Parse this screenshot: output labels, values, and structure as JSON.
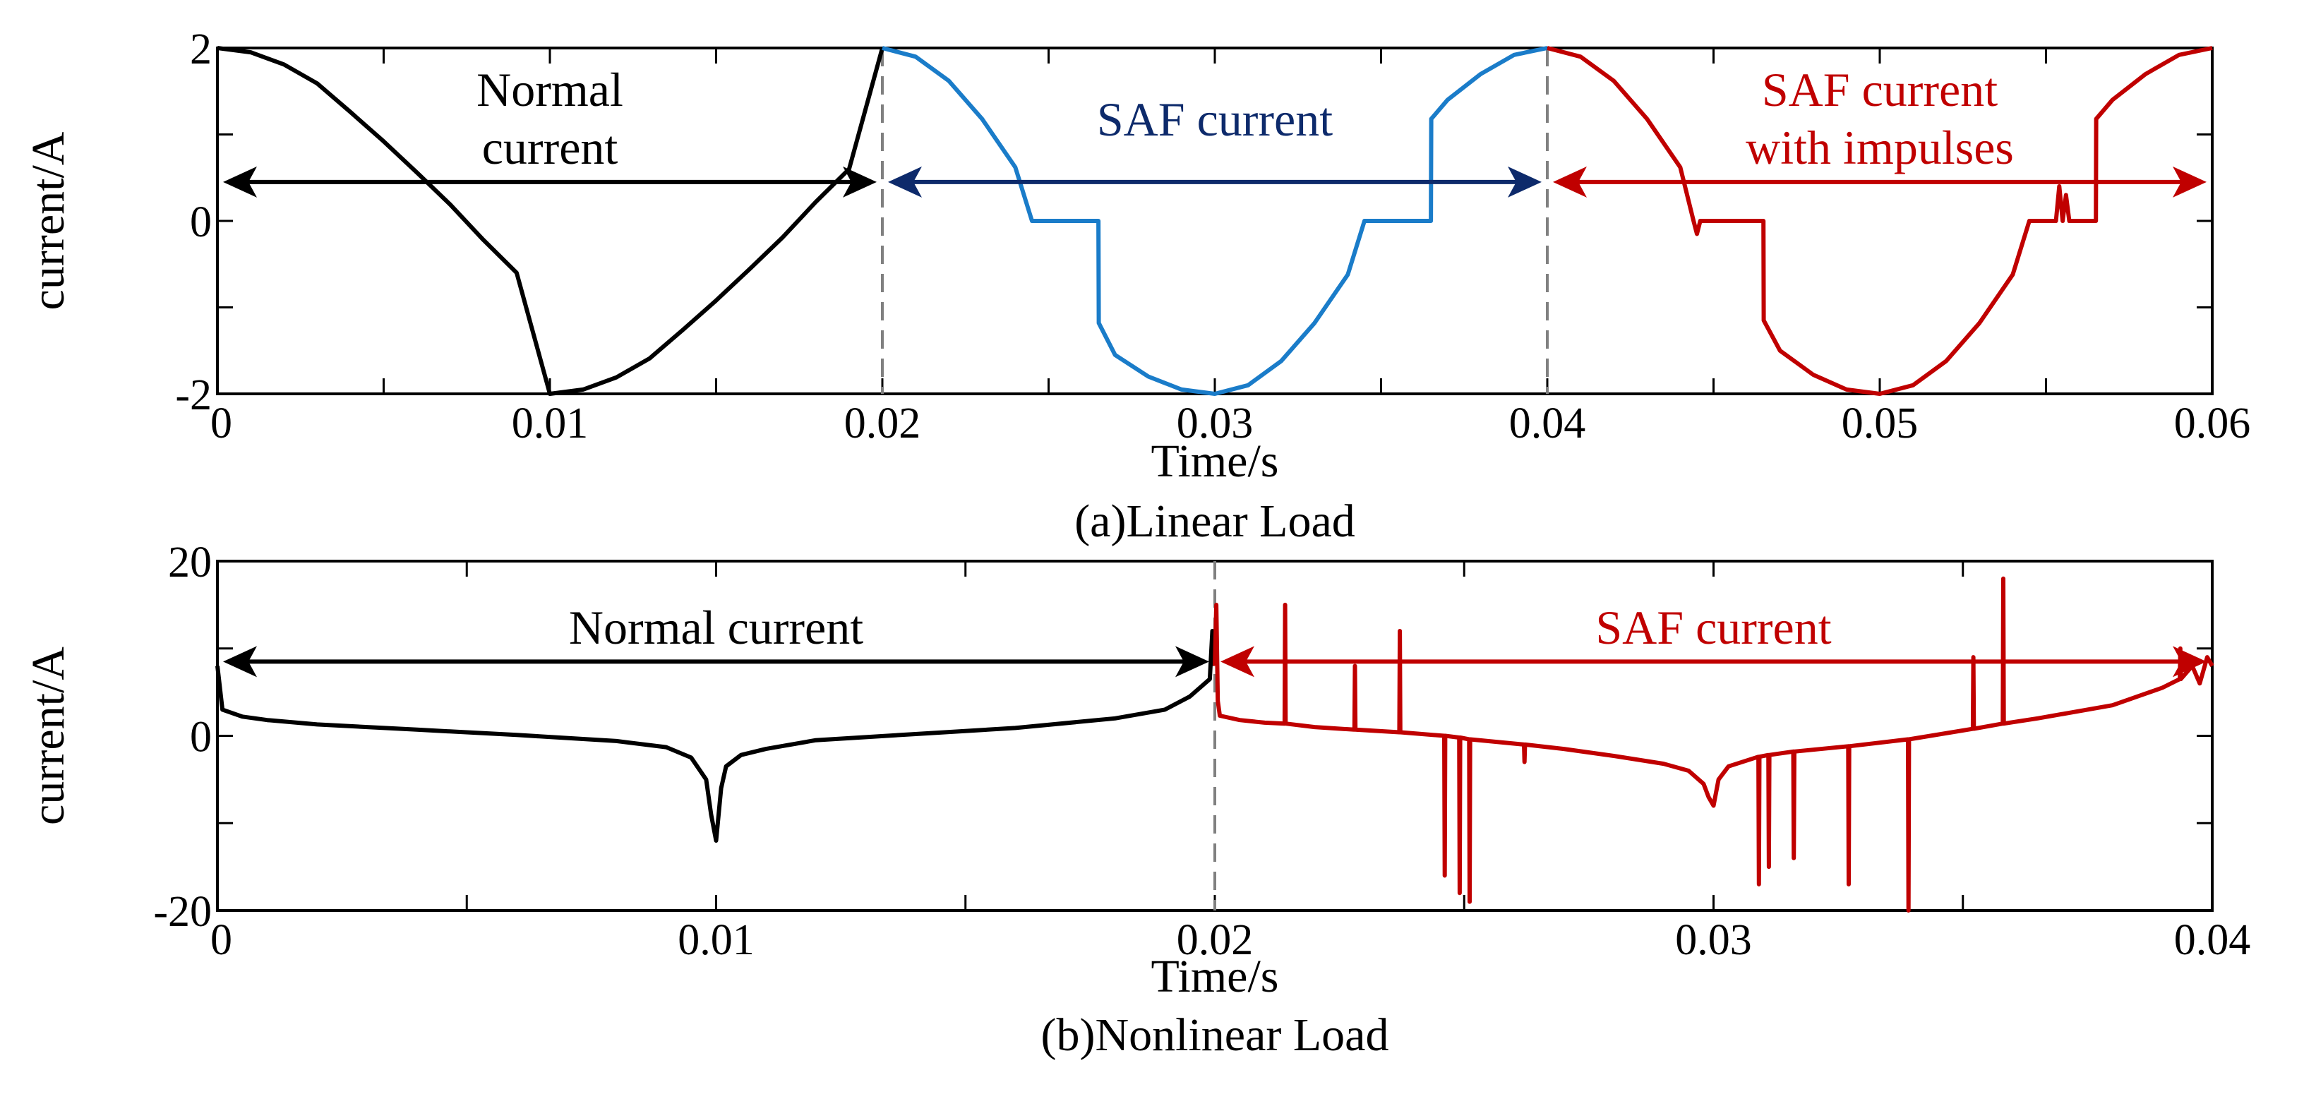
{
  "chart_data": [
    {
      "type": "line",
      "caption": "(a)Linear Load",
      "xlabel": "Time/s",
      "ylabel": "current/A",
      "xlim": [
        0,
        0.06
      ],
      "ylim": [
        -2,
        2
      ],
      "xticks": [
        0,
        0.01,
        0.02,
        0.03,
        0.04,
        0.05,
        0.06
      ],
      "xtick_labels": [
        "0",
        "0.01",
        "0.02",
        "0.03",
        "0.04",
        "0.05",
        "0.06"
      ],
      "yticks": [
        -2,
        0,
        2
      ],
      "ytick_labels": [
        "-2",
        "0",
        "2"
      ],
      "grid": false,
      "dividers": [
        0.02,
        0.04
      ],
      "series": [
        {
          "color": "#000000",
          "x": [
            0,
            0.001,
            0.002,
            0.003,
            0.004,
            0.005,
            0.006,
            0.007,
            0.008,
            0.009,
            0.01,
            0.011,
            0.012,
            0.013,
            0.014,
            0.015,
            0.016,
            0.017,
            0.018,
            0.019,
            0.02
          ],
          "y": [
            2,
            1.95,
            1.81,
            1.59,
            1.26,
            0.92,
            0.56,
            0.19,
            -0.22,
            -0.6,
            -2,
            -1.95,
            -1.81,
            -1.59,
            -1.26,
            -0.92,
            -0.56,
            -0.19,
            0.22,
            0.6,
            2
          ]
        },
        {
          "color": "#1a7cc9",
          "x": [
            0.02,
            0.021,
            0.022,
            0.023,
            0.024,
            0.0245,
            0.0265,
            0.02651,
            0.027,
            0.028,
            0.029,
            0.03,
            0.031,
            0.032,
            0.033,
            0.034,
            0.0345,
            0.0365,
            0.03651,
            0.037,
            0.038,
            0.039,
            0.04
          ],
          "y": [
            2,
            1.9,
            1.62,
            1.18,
            0.62,
            0,
            0,
            -1.18,
            -1.55,
            -1.8,
            -1.95,
            -2,
            -1.9,
            -1.62,
            -1.18,
            -0.62,
            0,
            0,
            1.18,
            1.4,
            1.7,
            1.92,
            2
          ]
        },
        {
          "color": "#c00000",
          "x": [
            0.04,
            0.041,
            0.042,
            0.043,
            0.044,
            0.0444,
            0.0445,
            0.0446,
            0.0465,
            0.04651,
            0.047,
            0.048,
            0.049,
            0.05,
            0.051,
            0.052,
            0.053,
            0.054,
            0.0545,
            0.0553,
            0.0554,
            0.0555,
            0.0556,
            0.0557,
            0.0565,
            0.05651,
            0.057,
            0.058,
            0.059,
            0.06
          ],
          "y": [
            2,
            1.9,
            1.62,
            1.18,
            0.62,
            0,
            -0.15,
            0,
            0,
            -1.15,
            -1.5,
            -1.78,
            -1.95,
            -2,
            -1.9,
            -1.62,
            -1.18,
            -0.62,
            0,
            0,
            0.4,
            0,
            0.3,
            0,
            0,
            1.18,
            1.4,
            1.7,
            1.92,
            2
          ]
        }
      ],
      "annotations": [
        {
          "lines": [
            "Normal",
            "current"
          ],
          "color": "#000000",
          "x_from": 0,
          "x_to": 0.02,
          "arrow_y": 0.45
        },
        {
          "lines": [
            "SAF current"
          ],
          "color": "#0d2a6b",
          "x_from": 0.02,
          "x_to": 0.04,
          "arrow_y": 0.45
        },
        {
          "lines": [
            "SAF current",
            "with impulses"
          ],
          "color": "#c00000",
          "x_from": 0.04,
          "x_to": 0.06,
          "arrow_y": 0.45
        }
      ]
    },
    {
      "type": "line",
      "caption": "(b)Nonlinear Load",
      "xlabel": "Time/s",
      "ylabel": "current/A",
      "xlim": [
        0,
        0.04
      ],
      "ylim": [
        -20,
        20
      ],
      "xticks": [
        0,
        0.01,
        0.02,
        0.03,
        0.04
      ],
      "xtick_labels": [
        "0",
        "0.01",
        "0.02",
        "0.03",
        "0.04"
      ],
      "yticks": [
        -20,
        0,
        20
      ],
      "ytick_labels": [
        "-20",
        "0",
        "20"
      ],
      "grid": false,
      "dividers": [
        0.02
      ],
      "series": [
        {
          "color": "#000000",
          "x": [
            0,
            0.0001,
            0.0005,
            0.001,
            0.002,
            0.004,
            0.006,
            0.008,
            0.009,
            0.0095,
            0.0098,
            0.0099,
            0.01,
            0.0101,
            0.0102,
            0.0105,
            0.011,
            0.012,
            0.014,
            0.016,
            0.018,
            0.019,
            0.0195,
            0.0199,
            0.01995,
            0.02
          ],
          "y": [
            8,
            3,
            2.2,
            1.8,
            1.3,
            0.7,
            0.1,
            -0.6,
            -1.3,
            -2.5,
            -5,
            -9,
            -12,
            -6,
            -3.5,
            -2.2,
            -1.5,
            -0.5,
            0.2,
            0.9,
            2,
            3,
            4.5,
            6.5,
            12,
            8
          ]
        },
        {
          "color": "#c00000",
          "x": [
            0.02,
            0.02003,
            0.02006,
            0.0201,
            0.0205,
            0.021,
            0.0214,
            0.02141,
            0.02142,
            0.022,
            0.0228,
            0.02281,
            0.02282,
            0.0237,
            0.02371,
            0.02372,
            0.0246,
            0.02461,
            0.02462,
            0.0249,
            0.02491,
            0.02492,
            0.0251,
            0.02511,
            0.02512,
            0.0262,
            0.02621,
            0.02622,
            0.027,
            0.028,
            0.029,
            0.0295,
            0.0298,
            0.0299,
            0.03,
            0.0301,
            0.0303,
            0.0309,
            0.03091,
            0.03092,
            0.0311,
            0.03111,
            0.03112,
            0.0316,
            0.03161,
            0.03162,
            0.0327,
            0.03271,
            0.03272,
            0.0339,
            0.03391,
            0.03392,
            0.0352,
            0.03521,
            0.03522,
            0.0358,
            0.03581,
            0.03582,
            0.0365,
            0.038,
            0.039,
            0.03935,
            0.03936,
            0.03937,
            0.0396,
            0.03975,
            0.0399,
            0.04
          ],
          "y": [
            8,
            15,
            4,
            2.3,
            1.8,
            1.5,
            1.4,
            15,
            1.4,
            1,
            0.7,
            8,
            0.7,
            0.4,
            12,
            0.4,
            0,
            -16,
            0,
            -0.2,
            -18,
            -0.2,
            -0.4,
            -19,
            -0.4,
            -1,
            -3,
            -1,
            -1.5,
            -2.3,
            -3.2,
            -4,
            -5.5,
            -7,
            -8,
            -5,
            -3.5,
            -2.4,
            -17,
            -2.4,
            -2.2,
            -15,
            -2.2,
            -1.8,
            -14,
            -1.8,
            -1.2,
            -17,
            -1.2,
            -0.4,
            -20,
            -0.4,
            0.8,
            9,
            0.8,
            1.4,
            18,
            1.4,
            2,
            3.5,
            5.5,
            6.5,
            10,
            6.5,
            8,
            6,
            9,
            8
          ]
        }
      ],
      "annotations": [
        {
          "lines": [
            "Normal current"
          ],
          "color": "#000000",
          "x_from": 0,
          "x_to": 0.02,
          "arrow_y": 8.5
        },
        {
          "lines": [
            "SAF current"
          ],
          "color": "#c00000",
          "x_from": 0.02,
          "x_to": 0.04,
          "arrow_y": 8.5
        }
      ]
    }
  ]
}
